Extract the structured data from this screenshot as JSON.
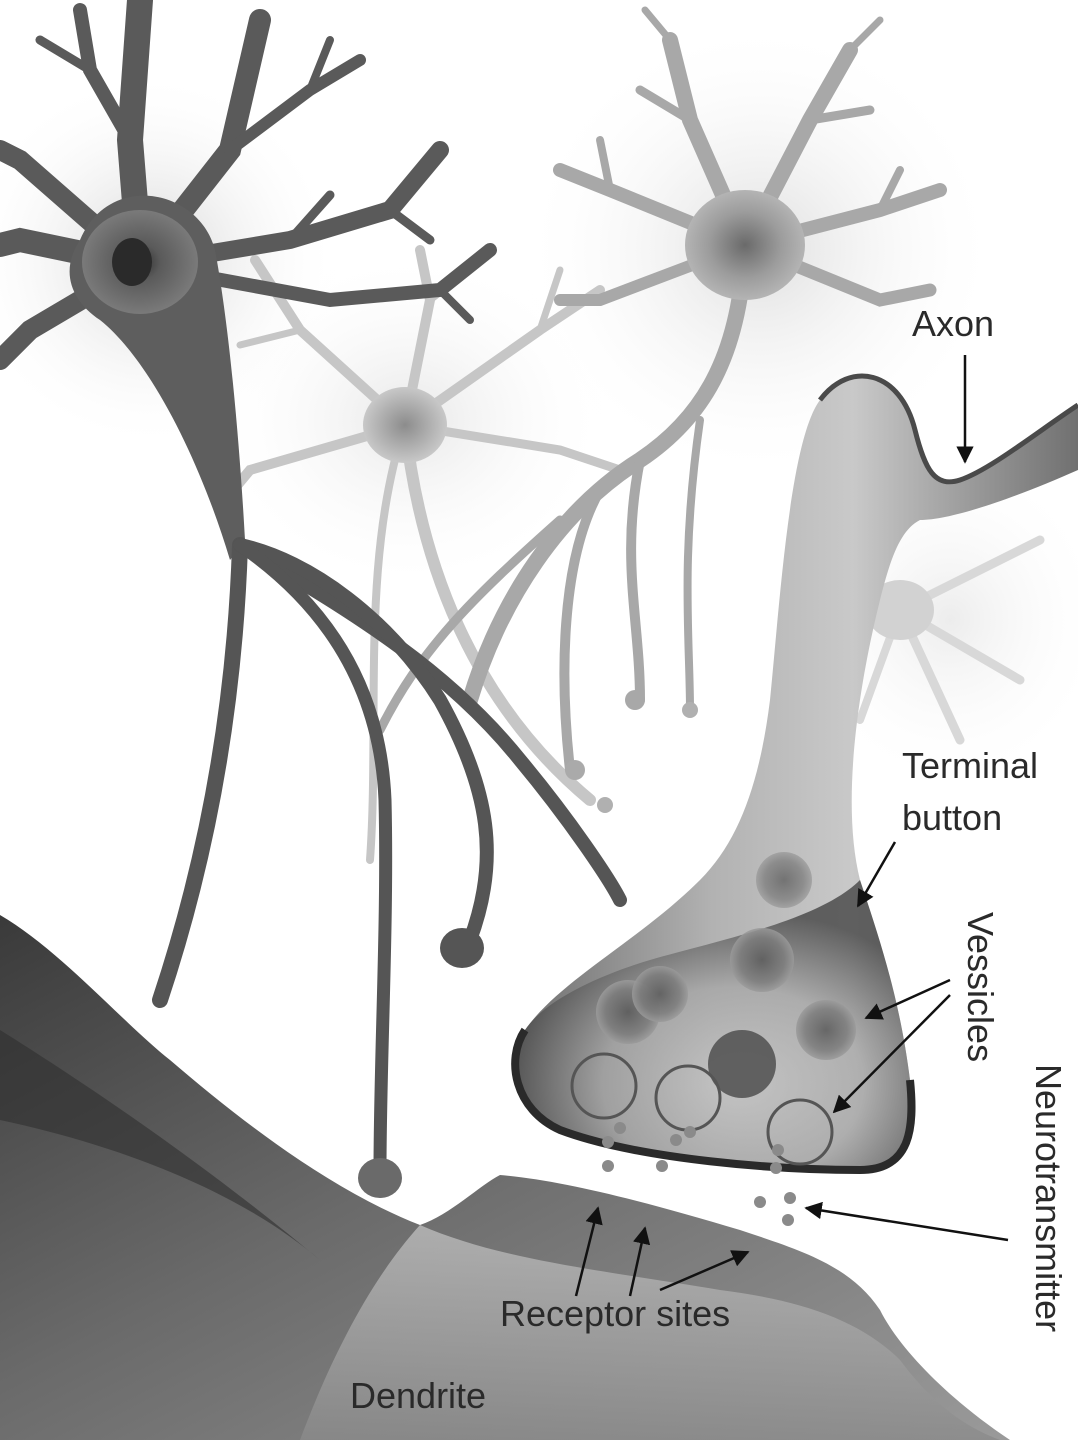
{
  "labels": {
    "axon": "Axon",
    "terminal_button_line1": "Terminal",
    "terminal_button_line2": "button",
    "vessicles": "Vessicles",
    "neurotransmitter": "Neurotransmitter",
    "receptor_sites": "Receptor sites",
    "dendrite": "Dendrite"
  },
  "colors": {
    "background": "#ffffff",
    "neuron_dark": "#555555",
    "neuron_light": "#bdbdbd",
    "text": "#2a2a2a"
  }
}
